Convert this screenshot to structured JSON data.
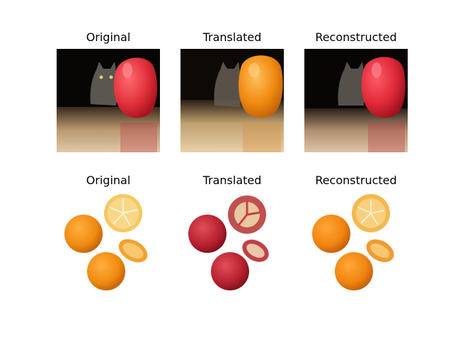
{
  "figure": {
    "rows": [
      {
        "panels": [
          {
            "title": "Original",
            "image": "cat-with-red-apple"
          },
          {
            "title": "Translated",
            "image": "cat-with-orange"
          },
          {
            "title": "Reconstructed",
            "image": "cat-with-red-apple-reconstructed"
          }
        ]
      },
      {
        "panels": [
          {
            "title": "Original",
            "image": "oranges-and-slices"
          },
          {
            "title": "Translated",
            "image": "red-apples-and-slices"
          },
          {
            "title": "Reconstructed",
            "image": "oranges-and-slices-reconstructed"
          }
        ]
      }
    ]
  },
  "colors": {
    "red_apple": "#e0303a",
    "orange_fruit": "#f08a10",
    "wood_floor": "#d8b890"
  }
}
